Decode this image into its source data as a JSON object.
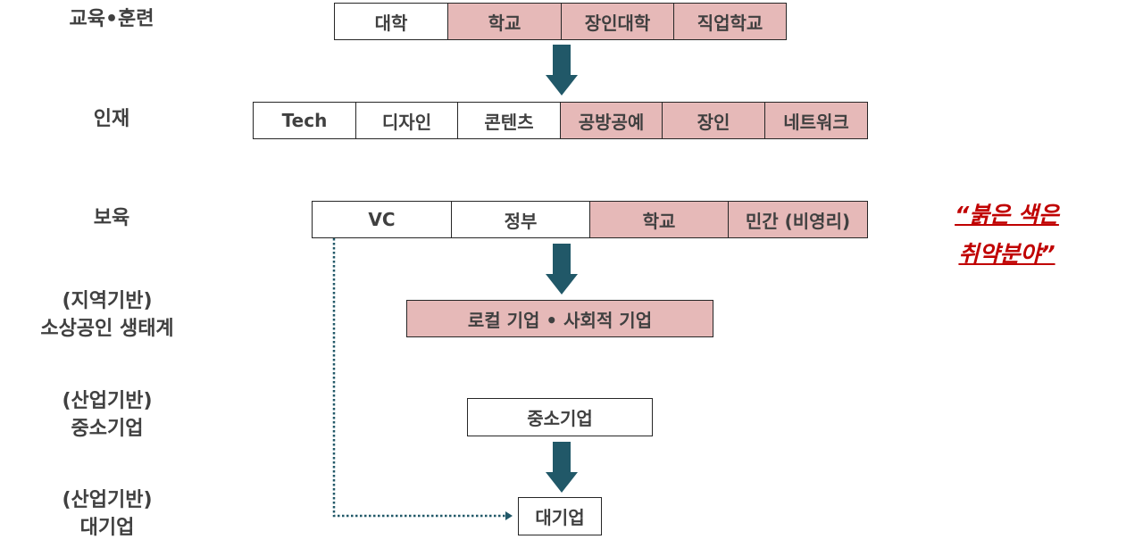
{
  "colors": {
    "weak_fill": "#e6b9b8",
    "normal_fill": "#ffffff",
    "arrow": "#215868",
    "text": "#404040",
    "note": "#c00000"
  },
  "rows": {
    "education": {
      "label": "교육•훈련",
      "cells": [
        {
          "text": "대학",
          "weak": false
        },
        {
          "text": "학교",
          "weak": true
        },
        {
          "text": "장인대학",
          "weak": true
        },
        {
          "text": "직업학교",
          "weak": true
        }
      ]
    },
    "talent": {
      "label": "인재",
      "cells": [
        {
          "text": "Tech",
          "weak": false
        },
        {
          "text": "디자인",
          "weak": false
        },
        {
          "text": "콘텐츠",
          "weak": false
        },
        {
          "text": "공방공예",
          "weak": true
        },
        {
          "text": "장인",
          "weak": true
        },
        {
          "text": "네트워크",
          "weak": true
        }
      ]
    },
    "incubation": {
      "label": "보육",
      "cells": [
        {
          "text": "VC",
          "weak": false
        },
        {
          "text": "정부",
          "weak": false
        },
        {
          "text": "학교",
          "weak": true
        },
        {
          "text": "민간 (비영리)",
          "weak": true
        }
      ]
    },
    "local": {
      "label_line1": "(지역기반)",
      "label_line2": "소상공인 생태계",
      "box": {
        "text": "로컬 기업 • 사회적 기업",
        "weak": true
      }
    },
    "sme": {
      "label_line1": "(산업기반)",
      "label_line2": "중소기업",
      "box": {
        "text": "중소기업",
        "weak": false
      }
    },
    "large": {
      "label_line1": "(산업기반)",
      "label_line2": "대기업",
      "box": {
        "text": "대기업",
        "weak": false
      }
    }
  },
  "note": {
    "line1": "“붉은 색은",
    "line2": "취약분야”"
  }
}
